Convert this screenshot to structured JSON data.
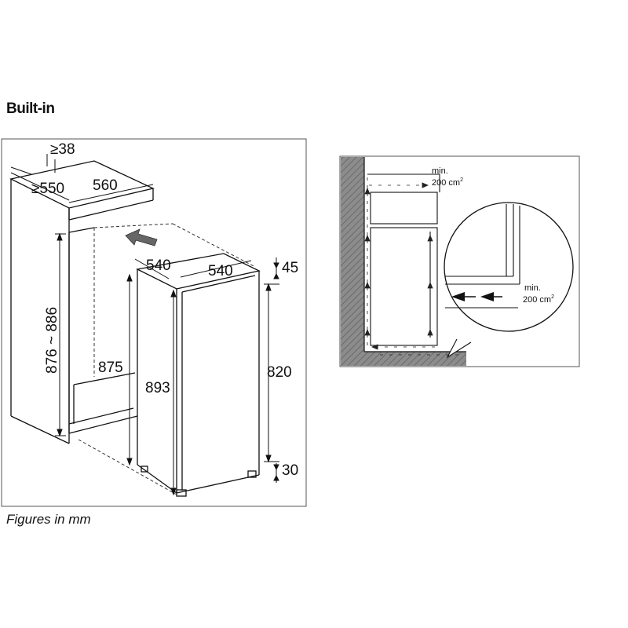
{
  "title": "Built-in",
  "caption": "Figures in mm",
  "installation": {
    "dimensions": {
      "min_gap_top": "≥38",
      "min_depth": "≥550",
      "niche_width": "560",
      "niche_height": "876 ~ 886",
      "appliance_depth": "540",
      "appliance_width": "540",
      "top_gap": "45",
      "inner_height": "875",
      "appliance_height": "893",
      "door_height": "820",
      "bottom_gap": "30"
    }
  },
  "ventilation": {
    "top_vent": {
      "label": "min.",
      "area": "200 cm",
      "unit_sup": "2"
    },
    "bottom_vent": {
      "label": "min.",
      "area": "200 cm",
      "unit_sup": "2"
    }
  }
}
